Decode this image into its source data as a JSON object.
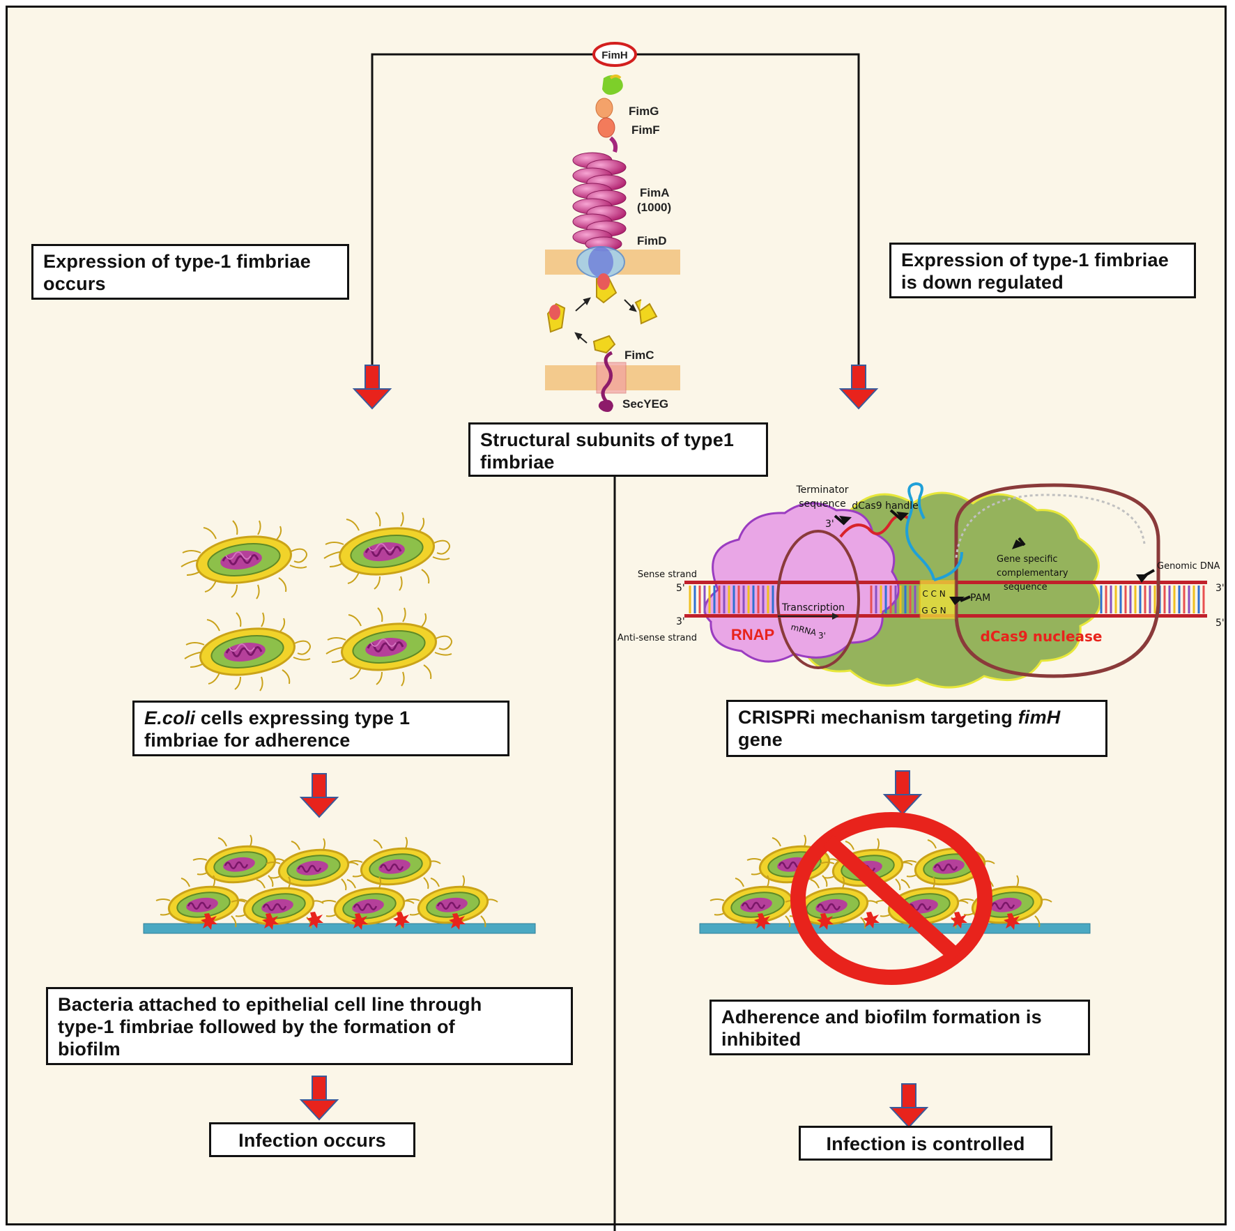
{
  "structure": {
    "fimh": "FimH",
    "fimg": "FimG",
    "fimf": "FimF",
    "fima": "FimA",
    "fima_count": "(1000)",
    "fimd": "FimD",
    "fimc": "FimC",
    "secyeg": "SecYEG"
  },
  "boxes": {
    "structural_line1": "Structural subunits of type1",
    "structural_line2": "fimbriae",
    "left_expr_line1": "Expression of type-1 fimbriae",
    "left_expr_line2": "occurs",
    "right_expr_line1": "Expression of type-1 fimbriae",
    "right_expr_line2": "is down regulated",
    "ecoli_italic": "E.coli",
    "ecoli_line1_rest": " cells expressing type 1",
    "ecoli_line2": "fimbriae for adherence",
    "crispri_line1_start": "CRISPRi mechanism targeting ",
    "crispri_italic": "fimH",
    "crispri_line2": "gene",
    "bacteria_line1": "Bacteria attached to epithelial cell line through",
    "bacteria_line2": "type-1 fimbriae followed by the formation of",
    "bacteria_line3": "biofilm",
    "infection_occurs": "Infection occurs",
    "adherence_line1": "Adherence and biofilm formation is",
    "adherence_line2": "inhibited",
    "infection_controlled": "Infection is controlled"
  },
  "crispr": {
    "terminator1": "Terminator",
    "terminator2": "sequence",
    "handle": "dCas9 handle",
    "three_prime_top": "3'",
    "sense": "Sense strand",
    "five_prime_left": "5'",
    "three_prime_left": "3'",
    "antisense": "Anti-sense strand",
    "transcription": "Transcription",
    "mrna": "mRNA",
    "mrna_3": "3'",
    "rnap": "RNAP",
    "gene_specific1": "Gene specific",
    "gene_specific2": "complementary",
    "gene_specific3": "sequence",
    "pam": "PAM",
    "nuclease": "dCas9 nuclease",
    "genomic": "Genomic DNA",
    "three_prime_right": "3'",
    "five_prime_right": "5'",
    "ccn": "C C N",
    "ggn": "G G N"
  },
  "colors": {
    "arrow_fill": "#e8231c",
    "arrow_border": "#3a5a9a",
    "rnap": "#e9a6e6",
    "dcas9": "#95b35c",
    "prohibit": "#e8231c",
    "surface": "#4aa8c2"
  }
}
